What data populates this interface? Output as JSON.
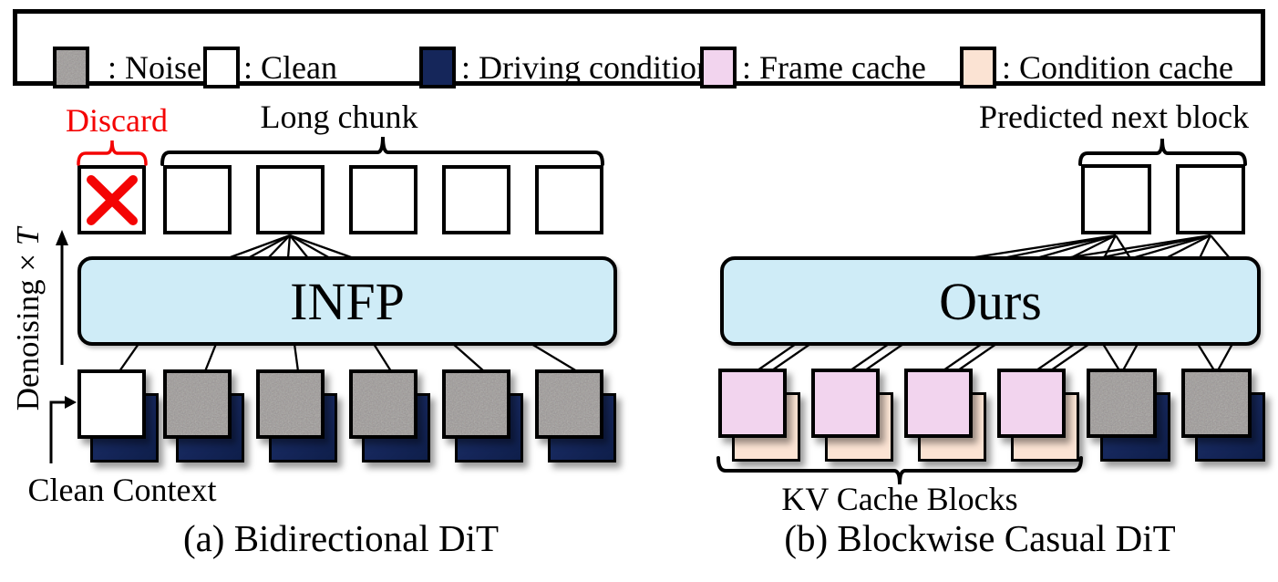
{
  "legend": {
    "items": [
      {
        "name": "noise",
        "label": ": Noise",
        "color": "#9c9896"
      },
      {
        "name": "clean",
        "label": ": Clean",
        "color": "#ffffff"
      },
      {
        "name": "driving-condition",
        "label": ": Driving condition",
        "color": "#15265a"
      },
      {
        "name": "frame-cache",
        "label": ": Frame cache",
        "color": "#f2d4ee"
      },
      {
        "name": "condition-cache",
        "label": ": Condition cache",
        "color": "#fbe3d3"
      }
    ]
  },
  "panel_a": {
    "discard_label": "Discard",
    "long_chunk_label": "Long chunk",
    "denoising_label_prefix": "Denoising × ",
    "denoising_label_t": "T",
    "model_label": "INFP",
    "clean_context_label": "Clean Context",
    "caption": "(a) Bidirectional DiT",
    "top_row": {
      "clean_output_frames": 5,
      "discarded_frames": 1
    },
    "bottom_row": {
      "clean_context_frames": 1,
      "noise_frames": 5,
      "driving_condition_frames": 6
    }
  },
  "panel_b": {
    "predicted_label": "Predicted next block",
    "model_label": "Ours",
    "kv_cache_label": "KV Cache Blocks",
    "caption": "(b) Blockwise Casual DiT",
    "top_row": {
      "predicted_clean_frames": 2
    },
    "bottom_row": {
      "frame_cache_frames": 4,
      "condition_cache_frames": 4,
      "noise_frames": 2,
      "driving_condition_frames": 2
    }
  },
  "colors": {
    "noise": "#9c9896",
    "clean": "#ffffff",
    "driving_condition": "#15265a",
    "frame_cache": "#f2d4ee",
    "condition_cache": "#fbe3d3",
    "model_box": "#cfecf7",
    "accent_red": "#f40404",
    "outline": "#000000"
  }
}
